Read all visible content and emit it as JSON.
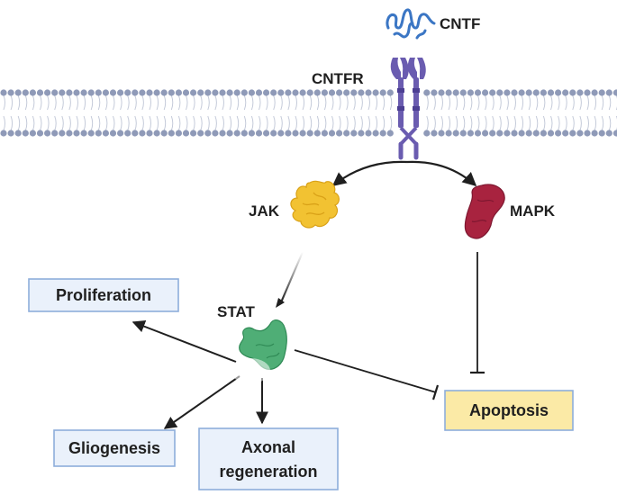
{
  "labels": {
    "cntf": "CNTF",
    "cntfr": "CNTFR",
    "jak": "JAK",
    "mapk": "MAPK",
    "stat": "STAT"
  },
  "outcomes": {
    "proliferation": "Proliferation",
    "gliogenesis": "Gliogenesis",
    "axonal_line1": "Axonal",
    "axonal_line2": "regeneration",
    "apoptosis": "Apoptosis"
  },
  "colors": {
    "membrane_head": "#8f9ab8",
    "receptor": "#6a5cb0",
    "cntf_ligand": "#3b76c4",
    "jak": "#f2c232",
    "mapk": "#a8233f",
    "stat": "#4fae76",
    "box_blue_fill": "#eaf1fb",
    "box_yellow_fill": "#fbeaa6",
    "box_border": "#8eaedb"
  }
}
